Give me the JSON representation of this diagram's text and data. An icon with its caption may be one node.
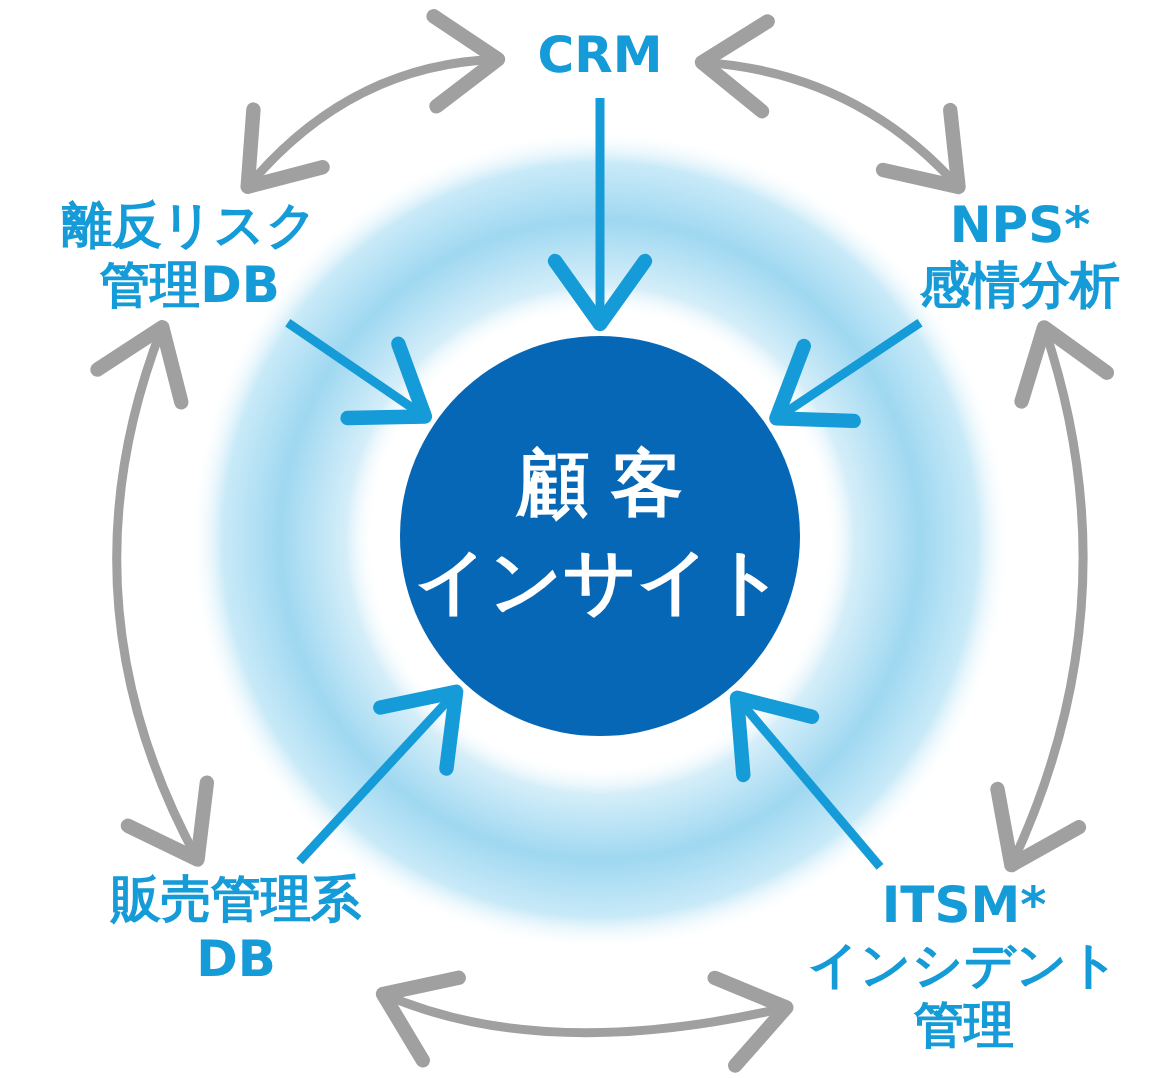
{
  "diagram": {
    "nodes": [
      {
        "text": [
          "顧客",
          "インサイト"
        ]
      },
      {
        "text": [
          "CRM"
        ]
      },
      {
        "text": [
          "NPS*",
          "感情分析"
        ]
      },
      {
        "text": [
          "ITSM*",
          "インシデント管理"
        ]
      },
      {
        "text": [
          "販売管理系DB"
        ]
      },
      {
        "text": [
          "離反リスク管理DB"
        ]
      }
    ],
    "edges": [
      {
        "from": 1,
        "to": 0,
        "arrow": "to"
      },
      {
        "from": 2,
        "to": 0,
        "arrow": "to"
      },
      {
        "from": 3,
        "to": 0,
        "arrow": "to"
      },
      {
        "from": 4,
        "to": 0,
        "arrow": "to"
      },
      {
        "from": 5,
        "to": 0,
        "arrow": "to"
      },
      {
        "from": 1,
        "to": 5,
        "arrow": "both",
        "color": "#a0a0a0"
      },
      {
        "from": 1,
        "to": 2,
        "arrow": "both",
        "color": "#a0a0a0"
      },
      {
        "from": 2,
        "to": 3,
        "arrow": "both",
        "color": "#a0a0a0"
      },
      {
        "from": 3,
        "to": 4,
        "arrow": "both",
        "color": "#a0a0a0"
      },
      {
        "from": 4,
        "to": 5,
        "arrow": "both",
        "color": "#a0a0a0"
      }
    ]
  }
}
